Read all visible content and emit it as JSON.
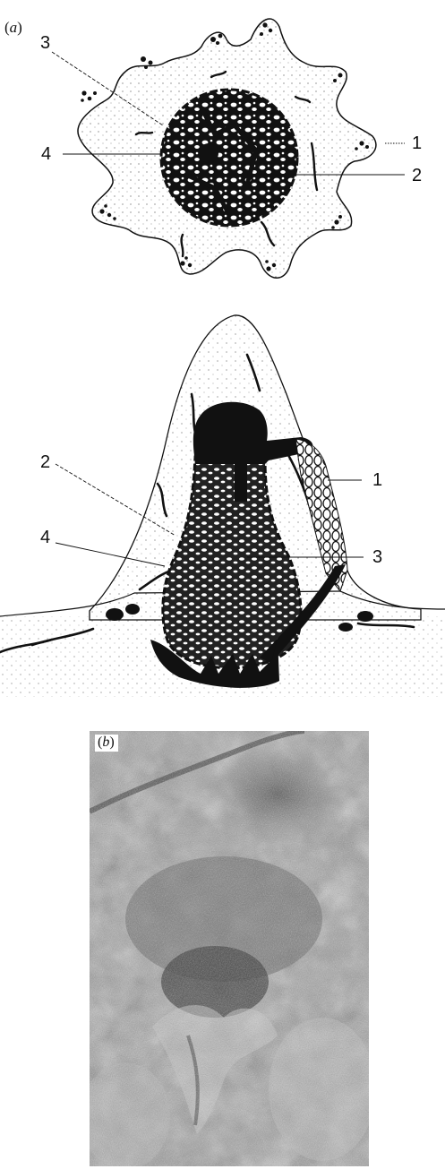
{
  "panel_a": {
    "label_open": "(",
    "label_letter": "a",
    "label_close": ")",
    "top_view": {
      "callouts": [
        "1",
        "2",
        "3",
        "4"
      ]
    },
    "side_view": {
      "callouts": [
        "1",
        "2",
        "3",
        "4"
      ]
    }
  },
  "panel_b": {
    "label_open": "(",
    "label_letter": "b",
    "label_close": ")"
  }
}
